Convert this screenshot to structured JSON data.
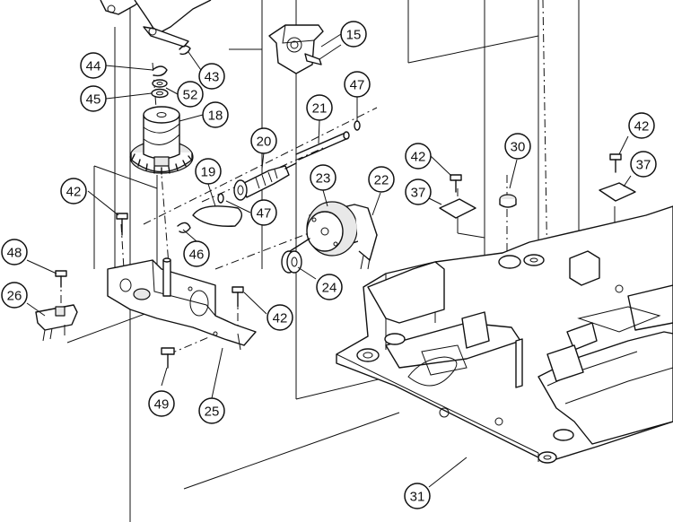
{
  "callouts": [
    {
      "id": "c15",
      "label": "15"
    },
    {
      "id": "c44",
      "label": "44"
    },
    {
      "id": "c43",
      "label": "43"
    },
    {
      "id": "c45",
      "label": "45"
    },
    {
      "id": "c52",
      "label": "52"
    },
    {
      "id": "c18",
      "label": "18"
    },
    {
      "id": "c47a",
      "label": "47"
    },
    {
      "id": "c21",
      "label": "21"
    },
    {
      "id": "c20",
      "label": "20"
    },
    {
      "id": "c42a",
      "label": "42"
    },
    {
      "id": "c30",
      "label": "30"
    },
    {
      "id": "c42b",
      "label": "42"
    },
    {
      "id": "c37a",
      "label": "37"
    },
    {
      "id": "c37b",
      "label": "37"
    },
    {
      "id": "c22",
      "label": "22"
    },
    {
      "id": "c23",
      "label": "23"
    },
    {
      "id": "c19",
      "label": "19"
    },
    {
      "id": "c42c",
      "label": "42"
    },
    {
      "id": "c47b",
      "label": "47"
    },
    {
      "id": "c46",
      "label": "46"
    },
    {
      "id": "c48",
      "label": "48"
    },
    {
      "id": "c26",
      "label": "26"
    },
    {
      "id": "c24",
      "label": "24"
    },
    {
      "id": "c42d",
      "label": "42"
    },
    {
      "id": "c49",
      "label": "49"
    },
    {
      "id": "c25",
      "label": "25"
    },
    {
      "id": "c31",
      "label": "31"
    }
  ]
}
